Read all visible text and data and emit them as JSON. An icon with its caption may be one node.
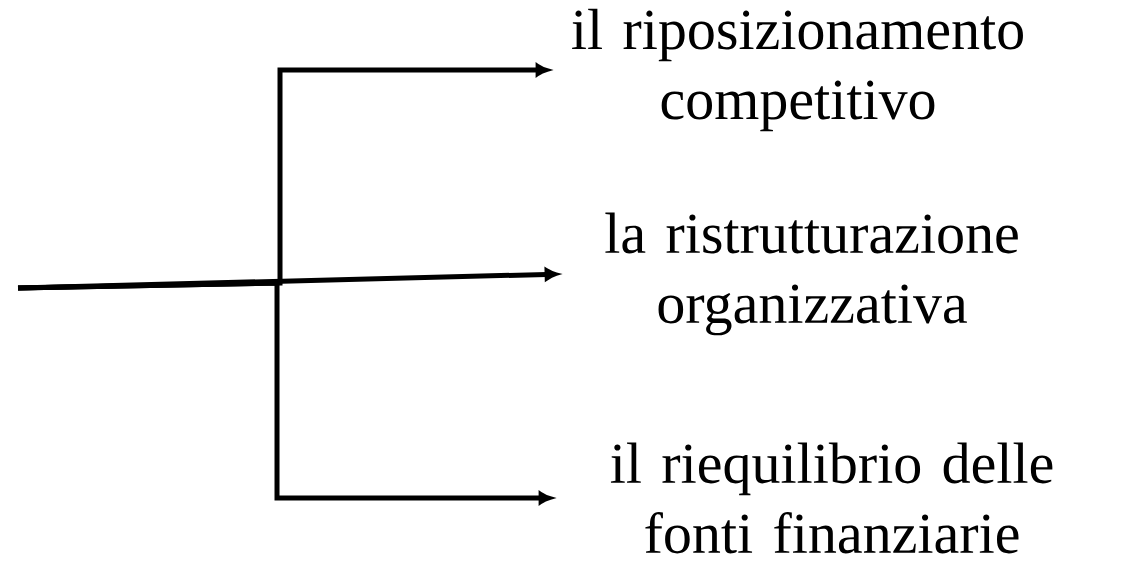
{
  "diagram": {
    "nodes": [
      {
        "text": [
          "il riposizionamento competitivo"
        ]
      },
      {
        "text": [
          "la ristrutturazione organizzativa"
        ]
      },
      {
        "text": [
          "il riequilibrio delle fonti finanziarie"
        ]
      }
    ],
    "edges": [
      {
        "from": null,
        "to": 0,
        "arrow": "to"
      },
      {
        "from": null,
        "to": 1,
        "arrow": "to"
      },
      {
        "from": null,
        "to": 2,
        "arrow": "to"
      }
    ]
  }
}
